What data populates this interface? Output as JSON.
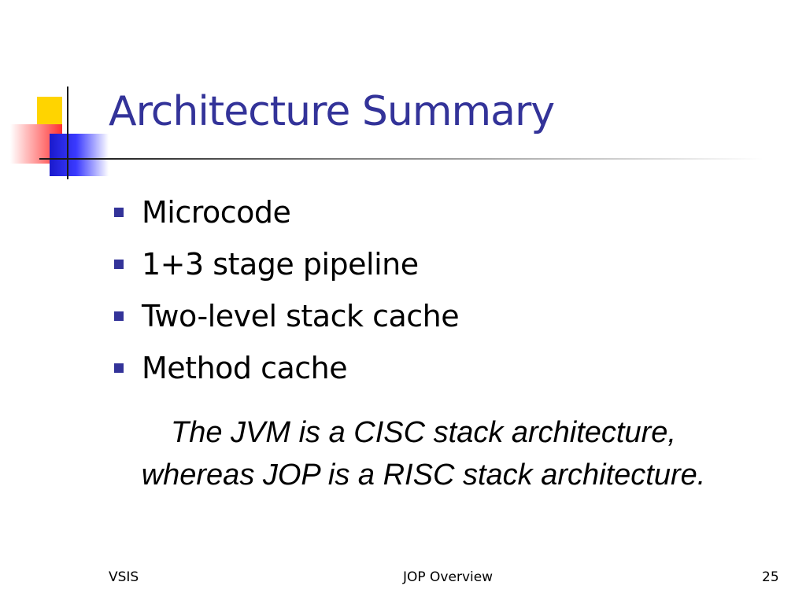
{
  "slide": {
    "title": "Architecture Summary",
    "bullets": [
      "Microcode",
      "1+3 stage pipeline",
      "Two-level stack cache",
      "Method cache"
    ],
    "note": {
      "line1": "The JVM is a CISC stack architecture,",
      "line2": "whereas JOP is a RISC stack architecture."
    },
    "footer": {
      "left": "VSIS",
      "center": "JOP Overview",
      "page_number": "25"
    }
  },
  "colors": {
    "title": "#333399",
    "bullet": "#333399",
    "text": "#000000",
    "background": "#ffffff"
  }
}
